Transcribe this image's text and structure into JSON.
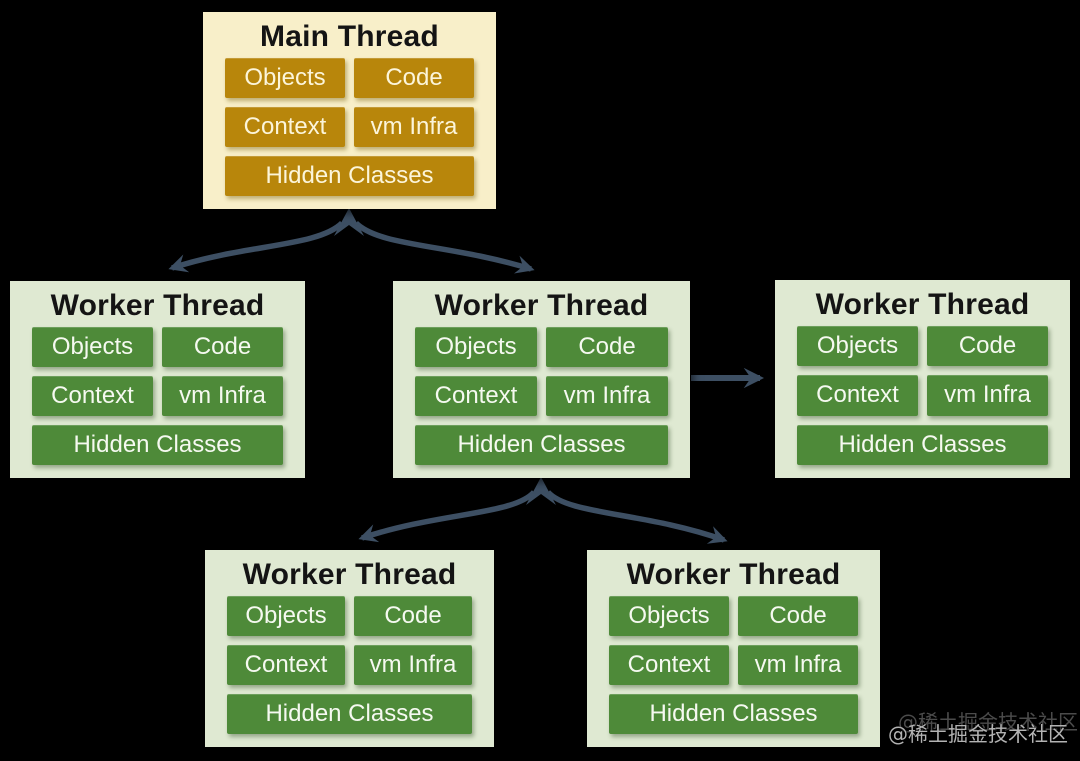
{
  "colors": {
    "background": "#000000",
    "main_box_fill": "#F8EFC9",
    "main_cell_fill": "#B8860B",
    "worker_box_fill": "#DFE9D2",
    "worker_cell_fill": "#4E8A39",
    "title_text": "#141414",
    "cell_text": "#F5F9F0",
    "arrow": "#3D4F63",
    "watermark_text": "#B3B3B3"
  },
  "nodes": [
    {
      "id": "main-thread",
      "title": "Main Thread",
      "cells": [
        "Objects",
        "Code",
        "Context",
        "vm Infra",
        "Hidden Classes"
      ]
    },
    {
      "id": "worker-thread-1",
      "title": "Worker Thread",
      "cells": [
        "Objects",
        "Code",
        "Context",
        "vm Infra",
        "Hidden Classes"
      ]
    },
    {
      "id": "worker-thread-2",
      "title": "Worker Thread",
      "cells": [
        "Objects",
        "Code",
        "Context",
        "vm Infra",
        "Hidden Classes"
      ]
    },
    {
      "id": "worker-thread-3",
      "title": "Worker Thread",
      "cells": [
        "Objects",
        "Code",
        "Context",
        "vm Infra",
        "Hidden Classes"
      ]
    },
    {
      "id": "worker-thread-4",
      "title": "Worker Thread",
      "cells": [
        "Objects",
        "Code",
        "Context",
        "vm Infra",
        "Hidden Classes"
      ]
    },
    {
      "id": "worker-thread-5",
      "title": "Worker Thread",
      "cells": [
        "Objects",
        "Code",
        "Context",
        "vm Infra",
        "Hidden Classes"
      ]
    }
  ],
  "arrows": [
    {
      "from": "main-thread",
      "to": "worker-thread-1"
    },
    {
      "from": "main-thread",
      "to": "worker-thread-2"
    },
    {
      "from": "worker-thread-2",
      "to": "worker-thread-3"
    },
    {
      "from": "worker-thread-2",
      "to": "worker-thread-4"
    },
    {
      "from": "worker-thread-2",
      "to": "worker-thread-5"
    }
  ],
  "watermark": {
    "text": "@稀土掘金技术社区"
  }
}
